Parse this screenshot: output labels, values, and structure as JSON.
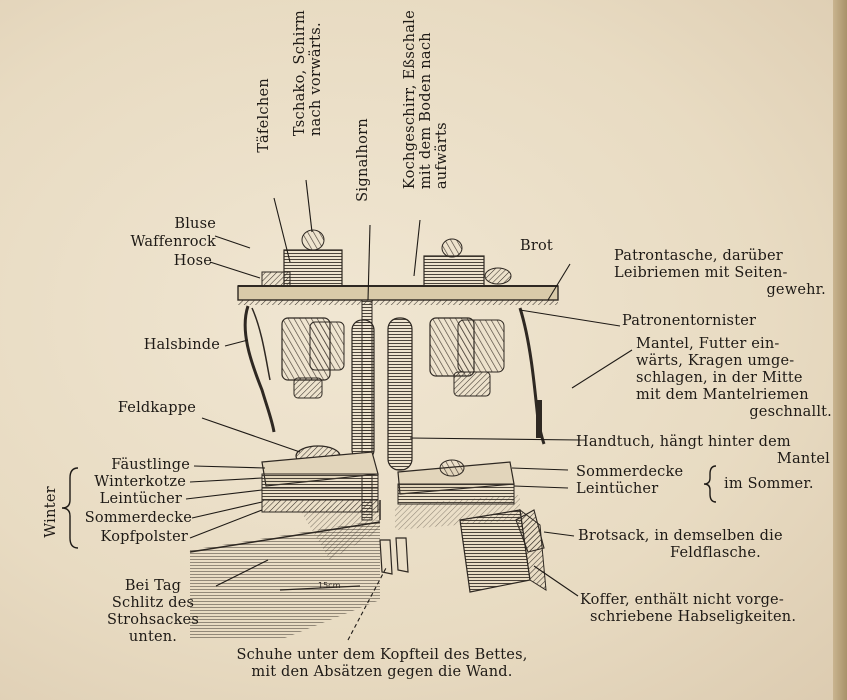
{
  "labels": {
    "taefelchen": "Täfelchen",
    "tschako": [
      "Tschako, Schirm",
      "nach vorwärts."
    ],
    "signalhorn": "Signalhorn",
    "kochgeschirr": [
      "Kochgeschirr, Eßschale",
      "mit dem Boden nach",
      "aufwärts"
    ],
    "brot": "Brot",
    "bluse": "Bluse",
    "waffenrock": "Waffenrock",
    "hose": "Hose",
    "patrontasche": [
      "Patrontasche, darüber",
      "Leibriemen mit Seiten-",
      "gewehr."
    ],
    "patronentornister": "Patronentornister",
    "halsbinde": "Halsbinde",
    "mantel": [
      "Mantel, Futter ein-",
      "wärts, Kragen umge-",
      "schlagen, in der Mitte",
      "mit dem Mantelriemen",
      "geschnallt."
    ],
    "feldkappe": "Feldkappe",
    "handtuch": [
      "Handtuch, hängt hinter dem",
      "Mantel"
    ],
    "faeustlinge": "Fäustlinge",
    "winterkotze": "Winterkotze",
    "leintuecher_left": "Leintücher",
    "sommerdecke_left": "Sommerdecke",
    "kopfpolster": "Kopfpolster",
    "winter": "Winter",
    "sommerdecke_right": "Sommerdecke",
    "leintuecher_right": "Leintücher",
    "im_sommer": "im Sommer.",
    "brotsack": [
      "Brotsack, in demselben die",
      "Feldflasche."
    ],
    "bei_tag": [
      "Bei Tag",
      "Schlitz des",
      "Strohsackes",
      "unten."
    ],
    "koffer": [
      "Koffer, enthält nicht vorge-",
      "schriebene Habseligkeiten."
    ],
    "schuhe": [
      "Schuhe unter dem Kopfteil des Bettes,",
      "mit den Absätzen gegen die Wand."
    ],
    "scale": "15cm"
  },
  "colors": {
    "paper": "#ece1cb",
    "ink": "#1e1a16",
    "engraving": "#3a332b"
  }
}
